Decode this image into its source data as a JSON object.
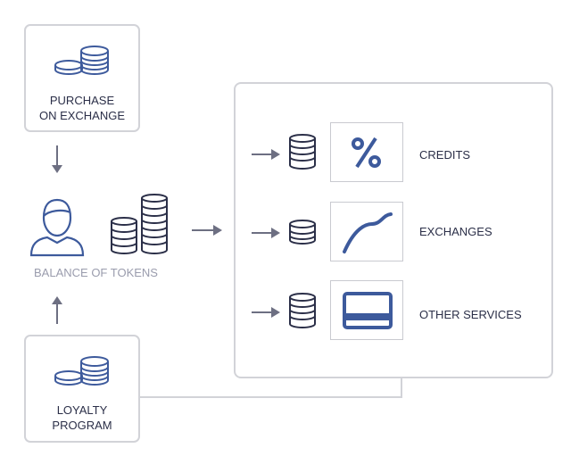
{
  "source": {
    "purchase_line1": "PURCHASE",
    "purchase_line2": "ON EXCHANGE",
    "loyalty_line1": "LOYALTY",
    "loyalty_line2": "PROGRAM"
  },
  "balance_label": "BALANCE OF TOKENS",
  "services": [
    {
      "label": "CREDITS",
      "icon": "percent-icon"
    },
    {
      "label": "EXCHANGES",
      "icon": "curve-icon"
    },
    {
      "label": "OTHER SERVICES",
      "icon": "card-icon"
    }
  ],
  "colors": {
    "accent": "#3d5a9c",
    "dark": "#2b2f48",
    "border": "#d2d3d8",
    "arrow": "#6d6f82"
  }
}
